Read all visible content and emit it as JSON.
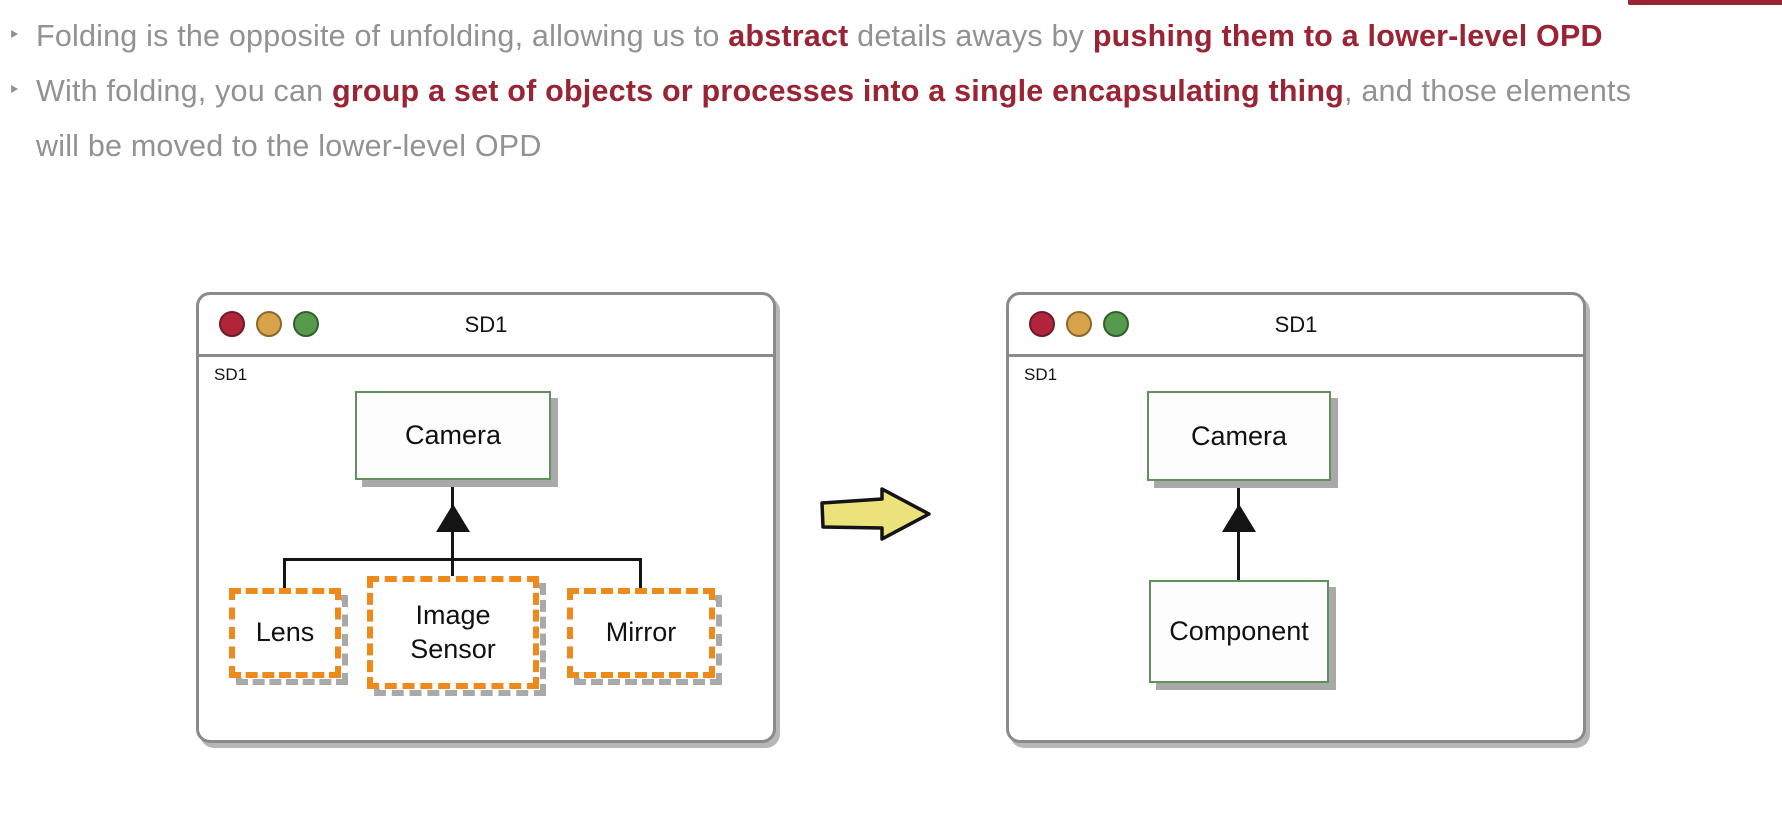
{
  "slide": {
    "bullet_glyph": "‣",
    "lines": [
      {
        "segments": [
          {
            "text": "Folding is the opposite of unfolding, allowing us to ",
            "style": "gray"
          },
          {
            "text": "abstract",
            "style": "red"
          },
          {
            "text": " details aways by ",
            "style": "gray"
          },
          {
            "text": "pushing them to a lower-level OPD",
            "style": "red"
          }
        ]
      },
      {
        "segments": [
          {
            "text": "With folding, you can ",
            "style": "gray"
          },
          {
            "text": "group a set of objects or processes into a single encapsulating thing",
            "style": "red"
          },
          {
            "text": ", and those elements",
            "style": "gray"
          }
        ]
      },
      {
        "segments": [
          {
            "text": "will be moved to the lower-level OPD",
            "style": "gray"
          }
        ]
      }
    ]
  },
  "left_window": {
    "title": "SD1",
    "diagram_label": "SD1",
    "boxes": {
      "camera": "Camera",
      "lens": "Lens",
      "image_sensor": "Image Sensor",
      "mirror": "Mirror"
    }
  },
  "right_window": {
    "title": "SD1",
    "diagram_label": "SD1",
    "boxes": {
      "camera": "Camera",
      "component": "Component"
    }
  },
  "icons": {
    "window_controls": [
      "close-circle",
      "minimize-circle",
      "zoom-circle"
    ],
    "fold_arrow": "right-block-arrow",
    "aggregation_symbol": "filled-triangle-up"
  },
  "colors": {
    "highlight_red": "#9a2433",
    "body_gray": "#929292",
    "box_green_border": "#5f915b",
    "selection_orange": "#ee8a1c",
    "shadow_gray": "#a9a9a9",
    "window_border_gray": "#8a8a8a",
    "arrow_fill_yellow": "#ebe27b",
    "traffic_red": "#b12439",
    "traffic_amber": "#d7a44c",
    "traffic_green": "#579a4e"
  }
}
